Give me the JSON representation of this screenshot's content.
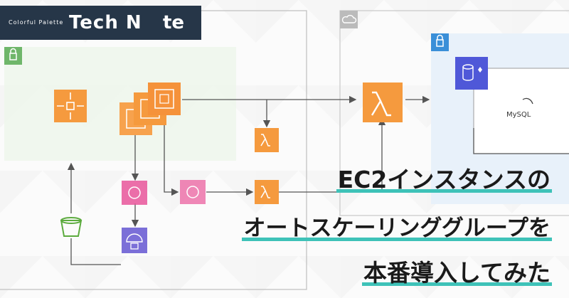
{
  "brand": {
    "subtitle": "Colorful Palette",
    "name_part1": "Tech N",
    "name_part2": "te"
  },
  "diagram": {
    "database_label": "MySQL"
  },
  "title": {
    "lines": [
      "EC2インスタンスの",
      "オートスケーリンググループを",
      "本番導入してみた"
    ],
    "accent_color": "#3ec2b8"
  },
  "colors": {
    "brand_bg": "#263648",
    "compute_orange": "#f59a3e",
    "integration_pink": "#e8559a",
    "storage_green": "#5cab3e",
    "database_purple": "#4f58d8",
    "vpc_green": "#3fa34d",
    "private_subnet_blue": "#3a8fd8"
  },
  "icons": [
    "lock-icon",
    "cloud-icon",
    "load-balancer-icon",
    "ec2-instance-icon",
    "lambda-icon",
    "event-bridge-icon",
    "s3-bucket-icon",
    "rds-aurora-icon",
    "mysql-icon"
  ]
}
